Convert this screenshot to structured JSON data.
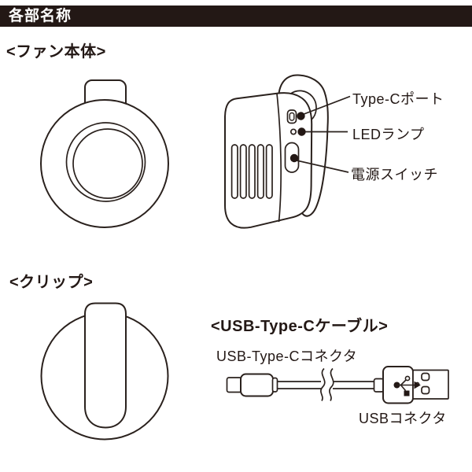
{
  "header": {
    "title": "各部名称"
  },
  "sections": {
    "fan_body": {
      "label": "<ファン本体>"
    },
    "clip": {
      "label": "<クリップ>"
    },
    "usb_cable": {
      "label": "<USB-Type-Cケーブル>"
    }
  },
  "callouts": {
    "type_c_port": {
      "label": "Type-Cポート"
    },
    "led_lamp": {
      "label": "LEDランプ"
    },
    "power_switch": {
      "label": "電源スイッチ"
    },
    "usb_type_c_connector": {
      "label": "USB-Type-Cコネクタ"
    },
    "usb_connector": {
      "label": "USBコネクタ"
    }
  },
  "icons": {
    "fan_side_port": "type-c-port-icon",
    "fan_side_led": "led-hole-icon",
    "fan_side_switch": "power-switch-icon",
    "usb_symbol": "usb-trident-icon"
  },
  "colors": {
    "ink": "#231815",
    "line": "#2a211d",
    "header_bg": "#231815",
    "header_fg": "#ffffff",
    "background": "#ffffff"
  }
}
